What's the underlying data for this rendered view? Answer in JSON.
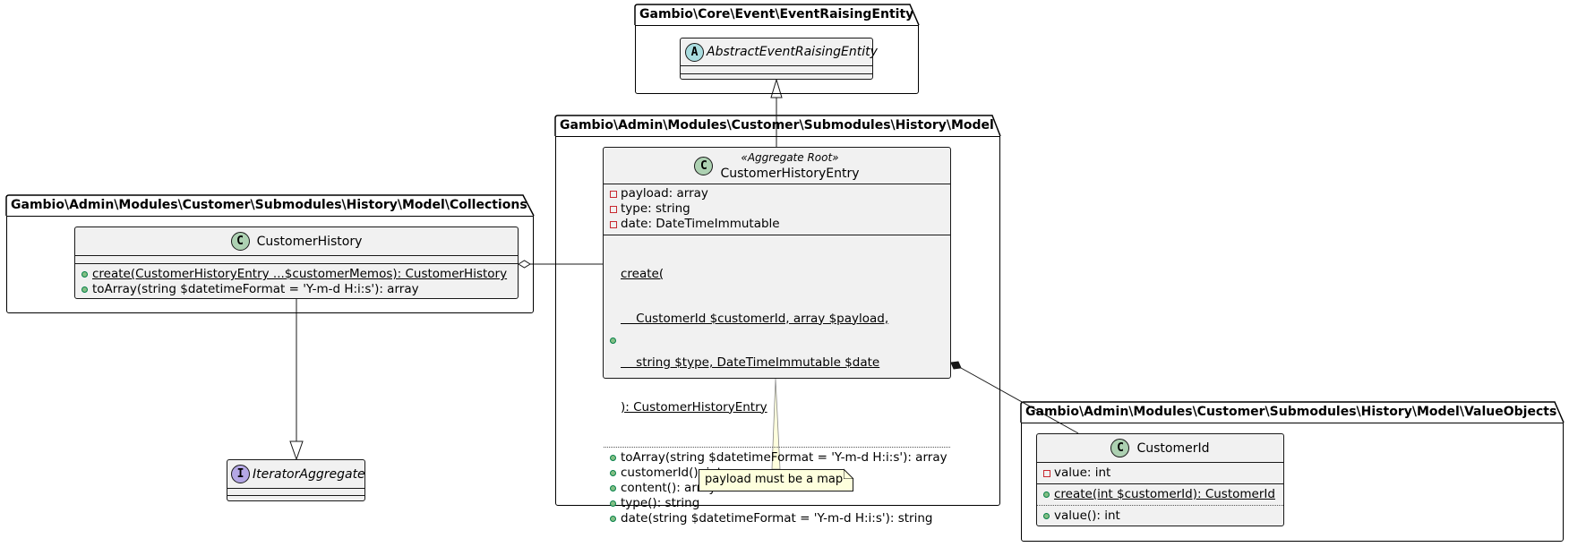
{
  "packages": {
    "core_event": {
      "name": "Gambio\\Core\\Event\\EventRaisingEntity"
    },
    "model": {
      "name": "Gambio\\Admin\\Modules\\Customer\\Submodules\\History\\Model"
    },
    "collections": {
      "name": "Gambio\\Admin\\Modules\\Customer\\Submodules\\History\\Model\\Collections"
    },
    "value_objects": {
      "name": "Gambio\\Admin\\Modules\\Customer\\Submodules\\History\\Model\\ValueObjects"
    }
  },
  "classes": {
    "abstract_event_raising_entity": {
      "kind": "abstract",
      "icon_letter": "A",
      "name": "AbstractEventRaisingEntity"
    },
    "customer_history_entry": {
      "kind": "class",
      "icon_letter": "C",
      "stereotype": "«Aggregate Root»",
      "name": "CustomerHistoryEntry",
      "fields": [
        {
          "visibility": "private",
          "text": "payload: array"
        },
        {
          "visibility": "private",
          "text": "type: string"
        },
        {
          "visibility": "private",
          "text": "date: DateTimeImmutable"
        }
      ],
      "static_method": {
        "visibility": "public",
        "lines": [
          "create(",
          "    CustomerId $customerId, array $payload,",
          "    string $type, DateTimeImmutable $date",
          "): CustomerHistoryEntry"
        ]
      },
      "methods": [
        {
          "visibility": "public",
          "text": "toArray(string $datetimeFormat = 'Y-m-d H:i:s'): array"
        },
        {
          "visibility": "public",
          "text": "customerId(): int"
        },
        {
          "visibility": "public",
          "text": "content(): array"
        },
        {
          "visibility": "public",
          "text": "type(): string"
        },
        {
          "visibility": "public",
          "text": "date(string $datetimeFormat = 'Y-m-d H:i:s'): string"
        }
      ]
    },
    "customer_history": {
      "kind": "class",
      "icon_letter": "C",
      "name": "CustomerHistory",
      "methods": [
        {
          "visibility": "public",
          "static": true,
          "text": "create(CustomerHistoryEntry ...$customerMemos): CustomerHistory"
        },
        {
          "visibility": "public",
          "text": "toArray(string $datetimeFormat = 'Y-m-d H:i:s'): array"
        }
      ]
    },
    "iterator_aggregate": {
      "kind": "interface",
      "icon_letter": "I",
      "name": "IteratorAggregate"
    },
    "customer_id": {
      "kind": "class",
      "icon_letter": "C",
      "name": "CustomerId",
      "fields": [
        {
          "visibility": "private",
          "text": "value: int"
        }
      ],
      "static_methods": [
        {
          "visibility": "public",
          "text": "create(int $customerId): CustomerId"
        }
      ],
      "methods": [
        {
          "visibility": "public",
          "text": "value(): int"
        }
      ]
    }
  },
  "notes": {
    "payload_note": {
      "text": "payload must be a map",
      "attached_to": "CustomerHistoryEntry"
    }
  },
  "relations": [
    {
      "from": "CustomerHistoryEntry",
      "to": "AbstractEventRaisingEntity",
      "type": "inheritance"
    },
    {
      "from": "CustomerHistory",
      "to": "IteratorAggregate",
      "type": "realization"
    },
    {
      "from": "CustomerHistory",
      "to": "CustomerHistoryEntry",
      "type": "aggregation"
    },
    {
      "from": "CustomerHistoryEntry",
      "to": "CustomerId",
      "type": "composition"
    }
  ],
  "colors": {
    "class_bg": "#F1F1F1",
    "class_border": "#181818",
    "class_icon": "#ADD1B2",
    "abstract_icon": "#A9DCDF",
    "interface_icon": "#B4A7E5",
    "note_bg": "#FEFFDD",
    "private_marker": "#C82930",
    "public_marker": "#84BE84"
  }
}
